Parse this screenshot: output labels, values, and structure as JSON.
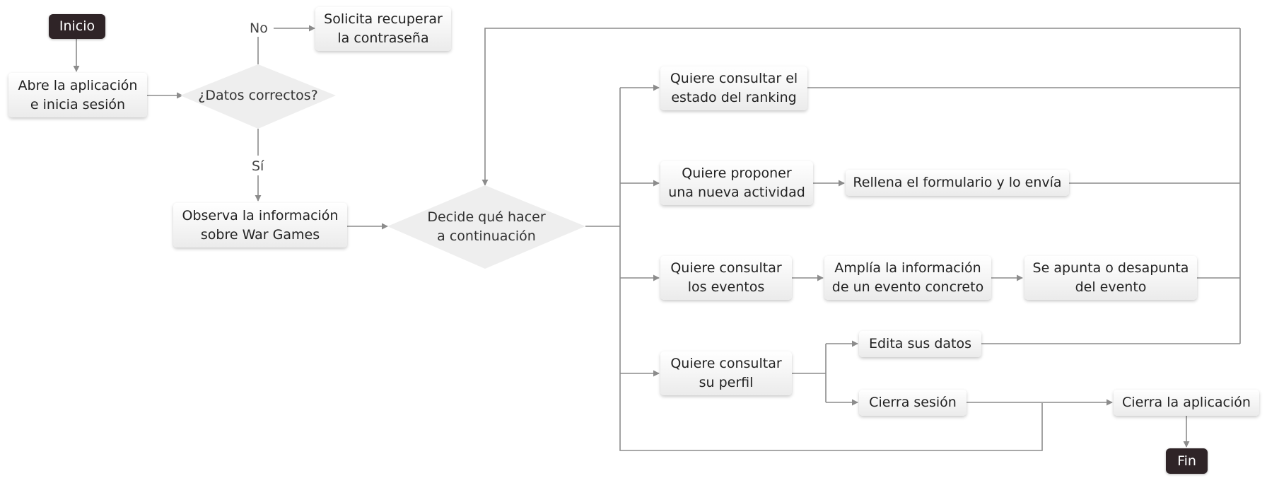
{
  "nodes": {
    "inicio": "Inicio",
    "abre": "Abre la aplicación\ne inicia sesión",
    "datos": "¿Datos correctos?",
    "solicita": "Solicita recuperar\nla contraseña",
    "observa": "Observa la información\nsobre War Games",
    "decide": "Decide qué hacer\na continuación",
    "ranking": "Quiere consultar el\nestado del ranking",
    "proponer": "Quiere proponer\nuna nueva actividad",
    "rellena": "Rellena el formulario y lo envía",
    "eventos": "Quiere consultar\nlos eventos",
    "amplia": "Amplía la información\nde un evento concreto",
    "apunta": "Se apunta o desapunta\ndel evento",
    "perfil": "Quiere consultar\nsu perfil",
    "edita": "Edita sus datos",
    "cierra_sesion": "Cierra sesión",
    "cierra_app": "Cierra la aplicación",
    "fin": "Fin"
  },
  "edge_labels": {
    "no": "No",
    "si": "Sí"
  },
  "colors": {
    "terminal": "#2f2427",
    "line": "#8c8c8c",
    "node_top": "#ffffff",
    "node_bottom": "#ebebeb"
  }
}
